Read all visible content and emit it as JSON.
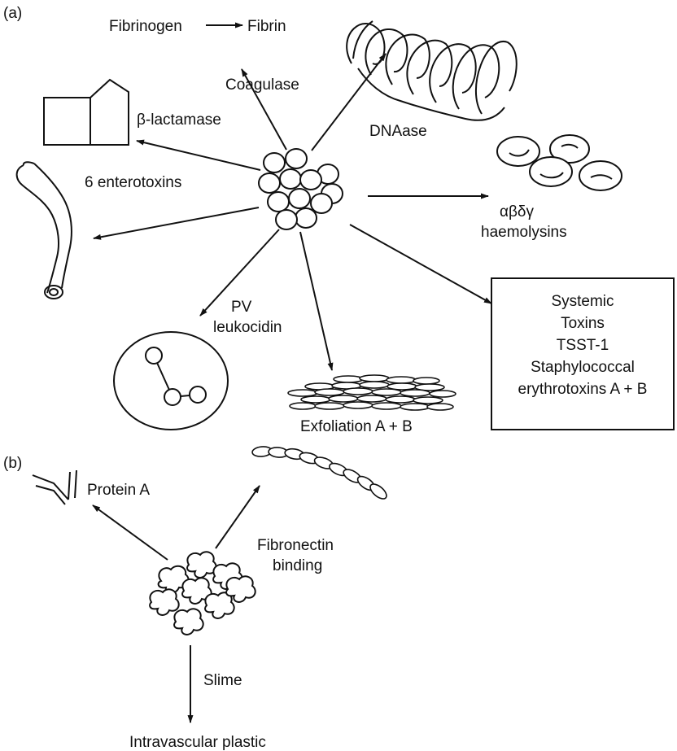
{
  "panel_a": {
    "label": "(a)",
    "fibrinogen": "Fibrinogen",
    "fibrin": "Fibrin",
    "coagulase": "Coagulase",
    "dnaase": "DNAase",
    "beta_lactamase": "β-lactamase",
    "enterotoxins": "6 enterotoxins",
    "haemolysins_greek": "αβδγ",
    "haemolysins": "haemolysins",
    "pv": "PV",
    "leukocidin": "leukocidin",
    "exfoliation": "Exfoliation A + B",
    "systemic_box": {
      "line1": "Systemic",
      "line2": "Toxins",
      "line3": "TSST-1",
      "line4": "Staphylococcal",
      "line5": "erythrotoxins A + B"
    }
  },
  "panel_b": {
    "label": "(b)",
    "protein_a": "Protein A",
    "fibronectin": "Fibronectin",
    "binding": "binding",
    "slime": "Slime",
    "intravascular": "Intravascular plastic"
  },
  "colors": {
    "ink": "#111111",
    "background": "#ffffff"
  }
}
